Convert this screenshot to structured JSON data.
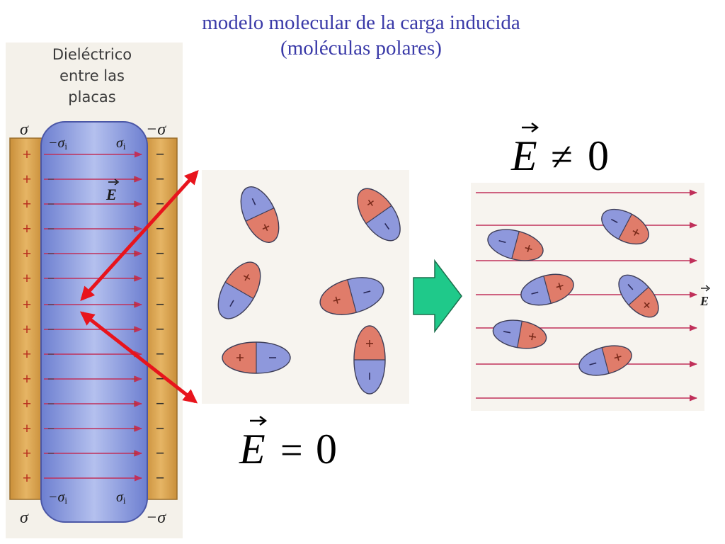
{
  "title": {
    "line1": "modelo molecular de la carga inducida",
    "line2": "(moléculas polares)"
  },
  "capacitor_figure": {
    "caption_line1": "Dieléctrico",
    "caption_line2": "entre las",
    "caption_line3": "placas",
    "sigma": "σ",
    "minus_sigma": "−σ",
    "minus_sigma_i": "−σ",
    "sigma_i": "σ",
    "subscript_i": "i",
    "field_label": "E",
    "plus_sign": "+",
    "minus_sign": "−"
  },
  "equations": {
    "field_nonzero": {
      "symbol": "E",
      "relation": "≠",
      "value": "0"
    },
    "field_zero": {
      "symbol": "E",
      "relation": "=",
      "value": "0"
    }
  },
  "aligned_panel": {
    "field_label": "E"
  },
  "colors": {
    "title": "#3a3aa8",
    "plate": "#d9a24a",
    "dielectric": "#8f9ee0",
    "field_line": "#c0305a",
    "pointer_arrow": "#e8141c",
    "transition_arrow": "#1fc98a",
    "molecule_positive": "#e07c6a",
    "molecule_negative": "#8e98dc"
  },
  "icons": {
    "pointer_arrows": "double-headed-arrow-icon",
    "transition": "right-block-arrow-icon"
  }
}
